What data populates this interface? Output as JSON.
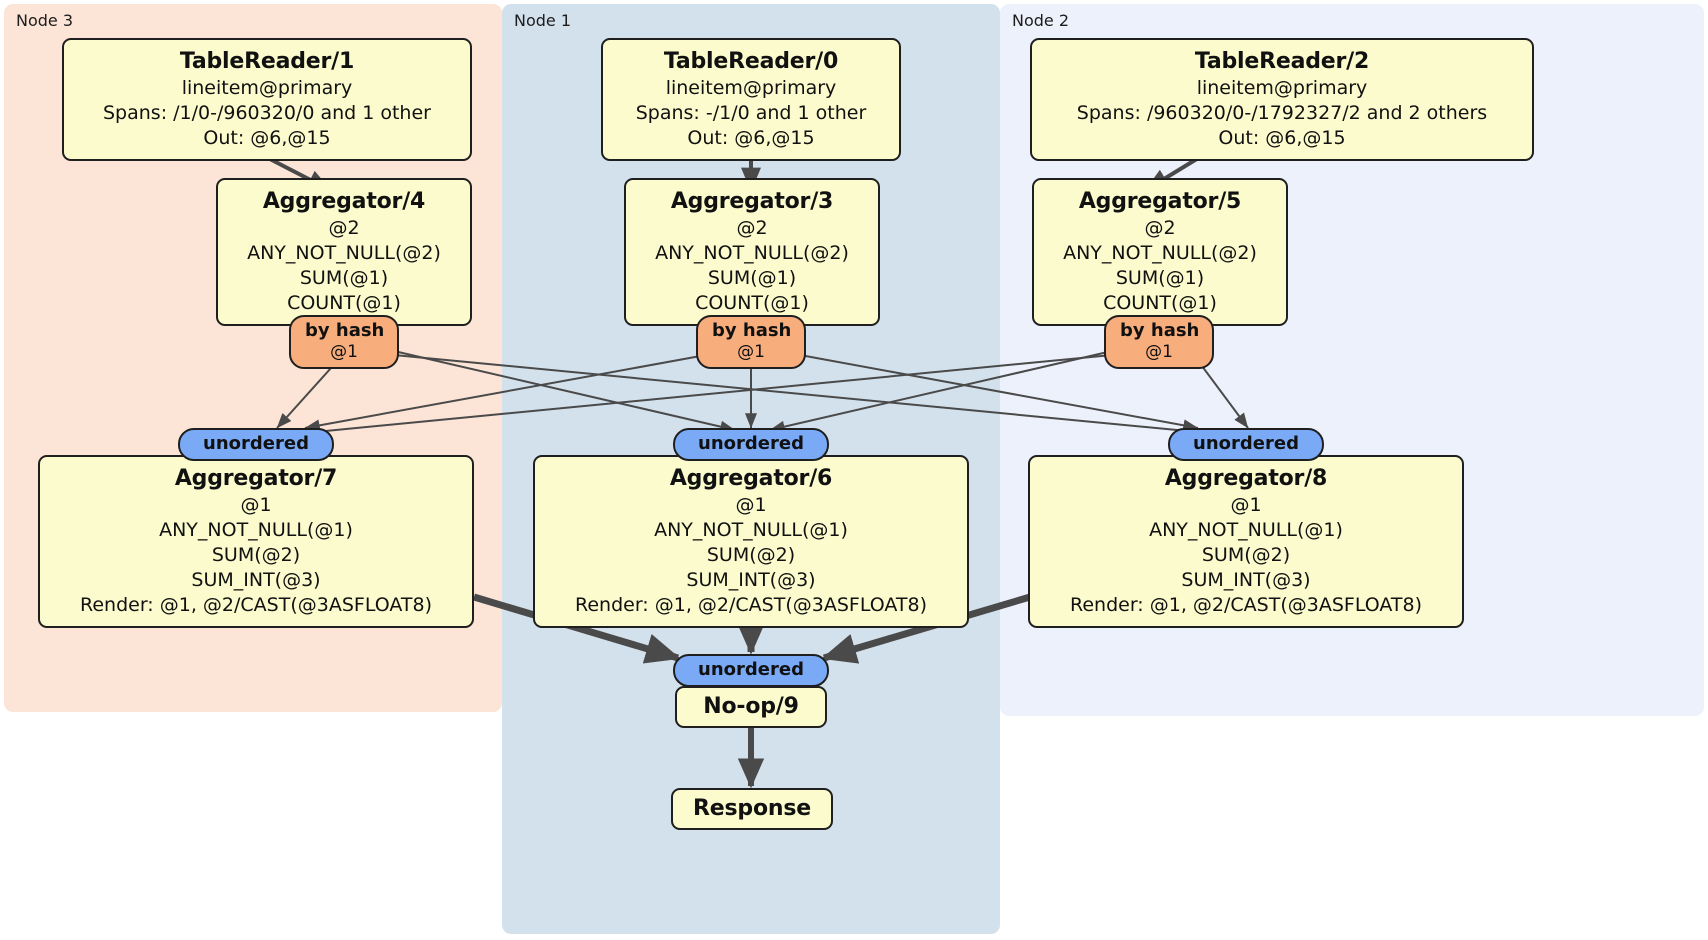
{
  "diagram": {
    "type": "distributed-query-plan",
    "colors": {
      "node3_panel": "#fce4d6",
      "node1_panel": "#d3e1ed",
      "node2_panel": "#edf1fb",
      "processor_box": "#fbfbcd",
      "hash_router": "#f7ad7c",
      "unordered_router": "#7aaaf5",
      "edge_thin": "#4a4a4a",
      "edge_thick": "#4a4a4a",
      "border": "#1f1f1f"
    }
  },
  "nodes": [
    {
      "id": "node3",
      "label": "Node 3"
    },
    {
      "id": "node1",
      "label": "Node 1"
    },
    {
      "id": "node2",
      "label": "Node 2"
    }
  ],
  "processors": {
    "tablereader_1": {
      "title": "TableReader/1",
      "lines": [
        "lineitem@primary",
        "Spans: /1/0-/960320/0 and 1 other",
        "Out: @6,@15"
      ]
    },
    "tablereader_0": {
      "title": "TableReader/0",
      "lines": [
        "lineitem@primary",
        "Spans: -/1/0 and 1 other",
        "Out: @6,@15"
      ]
    },
    "tablereader_2": {
      "title": "TableReader/2",
      "lines": [
        "lineitem@primary",
        "Spans: /960320/0-/1792327/2 and 2 others",
        "Out: @6,@15"
      ]
    },
    "aggregator_4": {
      "title": "Aggregator/4",
      "lines": [
        "@2",
        "ANY_NOT_NULL(@2)",
        "SUM(@1)",
        "COUNT(@1)"
      ]
    },
    "aggregator_3": {
      "title": "Aggregator/3",
      "lines": [
        "@2",
        "ANY_NOT_NULL(@2)",
        "SUM(@1)",
        "COUNT(@1)"
      ]
    },
    "aggregator_5": {
      "title": "Aggregator/5",
      "lines": [
        "@2",
        "ANY_NOT_NULL(@2)",
        "SUM(@1)",
        "COUNT(@1)"
      ]
    },
    "aggregator_7": {
      "title": "Aggregator/7",
      "lines": [
        "@1",
        "ANY_NOT_NULL(@1)",
        "SUM(@2)",
        "SUM_INT(@3)",
        "Render: @1, @2/CAST(@3ASFLOAT8)"
      ]
    },
    "aggregator_6": {
      "title": "Aggregator/6",
      "lines": [
        "@1",
        "ANY_NOT_NULL(@1)",
        "SUM(@2)",
        "SUM_INT(@3)",
        "Render: @1, @2/CAST(@3ASFLOAT8)"
      ]
    },
    "aggregator_8": {
      "title": "Aggregator/8",
      "lines": [
        "@1",
        "ANY_NOT_NULL(@1)",
        "SUM(@2)",
        "SUM_INT(@3)",
        "Render: @1, @2/CAST(@3ASFLOAT8)"
      ]
    },
    "noop_9": {
      "title": "No-op/9",
      "lines": []
    },
    "response": {
      "title": "Response",
      "lines": []
    }
  },
  "routers": {
    "hash_left": {
      "title": "by hash",
      "sub": "@1"
    },
    "hash_center": {
      "title": "by hash",
      "sub": "@1"
    },
    "hash_right": {
      "title": "by hash",
      "sub": "@1"
    },
    "unordered_left": {
      "title": "unordered"
    },
    "unordered_center": {
      "title": "unordered"
    },
    "unordered_right": {
      "title": "unordered"
    },
    "unordered_final": {
      "title": "unordered"
    }
  }
}
